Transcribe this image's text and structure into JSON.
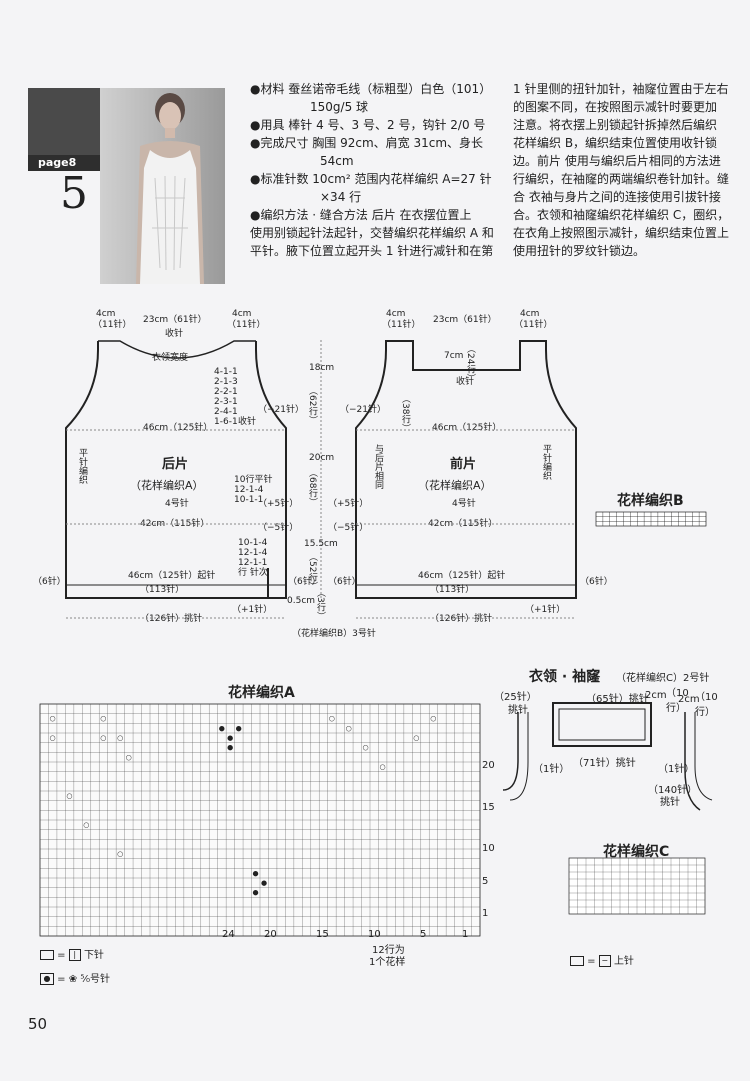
{
  "header": {
    "page_tag": "page8",
    "number": "5"
  },
  "specs": {
    "lines_col1": [
      "●材料  蚕丝诺帝毛线（标粗型）白色（101）",
      "150g/5 球",
      "●用具  棒针 4 号、3 号、2 号，钩针 2/0 号",
      "●完成尺寸  胸围 92cm、肩宽 31cm、身长",
      "54cm",
      "●标准针数  10cm² 范围内花样编织 A=27 针",
      "×34 行",
      "●编织方法 · 缝合方法  后片  在衣摆位置上",
      "使用别锁起针法起针，交替编织花样编织 A 和",
      "平针。腋下位置立起开头 1 针进行减针和在第"
    ],
    "lines_col2": [
      "1 针里侧的扭针加针，袖窿位置由于左右",
      "的图案不同，在按照图示减针时要更加",
      "注意。将衣摆上别锁起针拆掉然后编织",
      "花样编织 B，编织结束位置使用收针锁",
      "边。前片  使用与编织后片相同的方法进",
      "行编织，在袖窿的两端编织卷针加针。缝",
      "合  衣袖与身片之间的连接使用引拔针接",
      "合。衣领和袖窿编织花样编织 C，圈织，",
      "在衣角上按照图示减针，编织结束位置上",
      "使用扭针的罗纹针锁边。"
    ]
  },
  "back": {
    "top_left": "4cm",
    "top_left_st": "（11针）",
    "top_mid": "23cm（61针）",
    "top_right": "4cm",
    "top_right_st": "（11针）",
    "bind": "收针",
    "neck": "衣领宽度",
    "dec_a": "4-1-1",
    "dec_b": "2-1-3",
    "dec_c": "2-2-1",
    "dec_d": "2-3-1",
    "dec_e": "2-4-1",
    "dec_f": "1-6-1",
    "dec_bind": "收针",
    "minus21": "（−21针）",
    "w46": "46cm（125针）",
    "flat": "平针编织",
    "name": "后片",
    "pattern": "（花样编织A）",
    "needle": "4号针",
    "w42": "42cm（115针）",
    "plus5": "（+5针）",
    "minus5": "（−5针）",
    "inc_a": "10行平针",
    "inc_b": "12-1-4",
    "inc_c": "10-1-1",
    "dec2_a": "10-1-4",
    "dec2_b": "12-1-4",
    "dec2_c": "12-1-1",
    "dec2_d": "行 针次",
    "hem_w": "46cm（125针）起针",
    "hem_st": "（113针）",
    "six": "（6针）",
    "pick": "（126针）挑针",
    "plus1": "（+1针）"
  },
  "center": {
    "h18": "18cm",
    "h62": "（62行）",
    "h20": "20cm",
    "h68": "（68行）",
    "h155": "15.5cm",
    "h52": "（52行）",
    "h05": "0.5cm",
    "h3": "（3行）",
    "bottom": "（花样编织B）3号针"
  },
  "front": {
    "top_left": "4cm",
    "top_left_st": "（11针）",
    "top_mid": "23cm（61针）",
    "top_right": "4cm",
    "top_right_st": "（11针）",
    "h7": "7cm",
    "h24": "（24行）",
    "bind": "收针",
    "h38": "（38行）",
    "minus21": "（−21针）",
    "w46": "46cm（125针）",
    "same": "与后片相同",
    "flat": "平针编织",
    "name": "前片",
    "pattern": "（花样编织A）",
    "needle": "4号针",
    "w42": "42cm（115针）",
    "plus5": "（+5针）",
    "minus5": "（−5针）",
    "hem_w": "46cm（125针）起针",
    "hem_st": "（113针）",
    "six": "（6针）",
    "pick": "（126针）挑针",
    "plus1": "（+1针）"
  },
  "chart_b": {
    "title": "花样编织B"
  },
  "chart_a": {
    "title": "花样编织A",
    "col_labels": [
      "24",
      "20",
      "15",
      "10",
      "5",
      "1"
    ],
    "row_labels": [
      "20",
      "15",
      "10",
      "5",
      "1"
    ],
    "repeat": "12行为",
    "repeat2": "1个花样",
    "legend1": "下针",
    "legend2": "⁵⁄₀号针"
  },
  "collar": {
    "title": "衣领 · 袖窿",
    "sub": "（花样编织C）2号针",
    "p25": "（25针）",
    "pick": "挑针",
    "p65": "（65针）挑针",
    "two": "2cm",
    "r10": "（10行）",
    "one": "（1针）",
    "p71": "（71针）挑针",
    "p140": "（140针）",
    "pick2": "挑针"
  },
  "chart_c": {
    "title": "花样编织C",
    "legend": "上针"
  },
  "page_number": "50"
}
